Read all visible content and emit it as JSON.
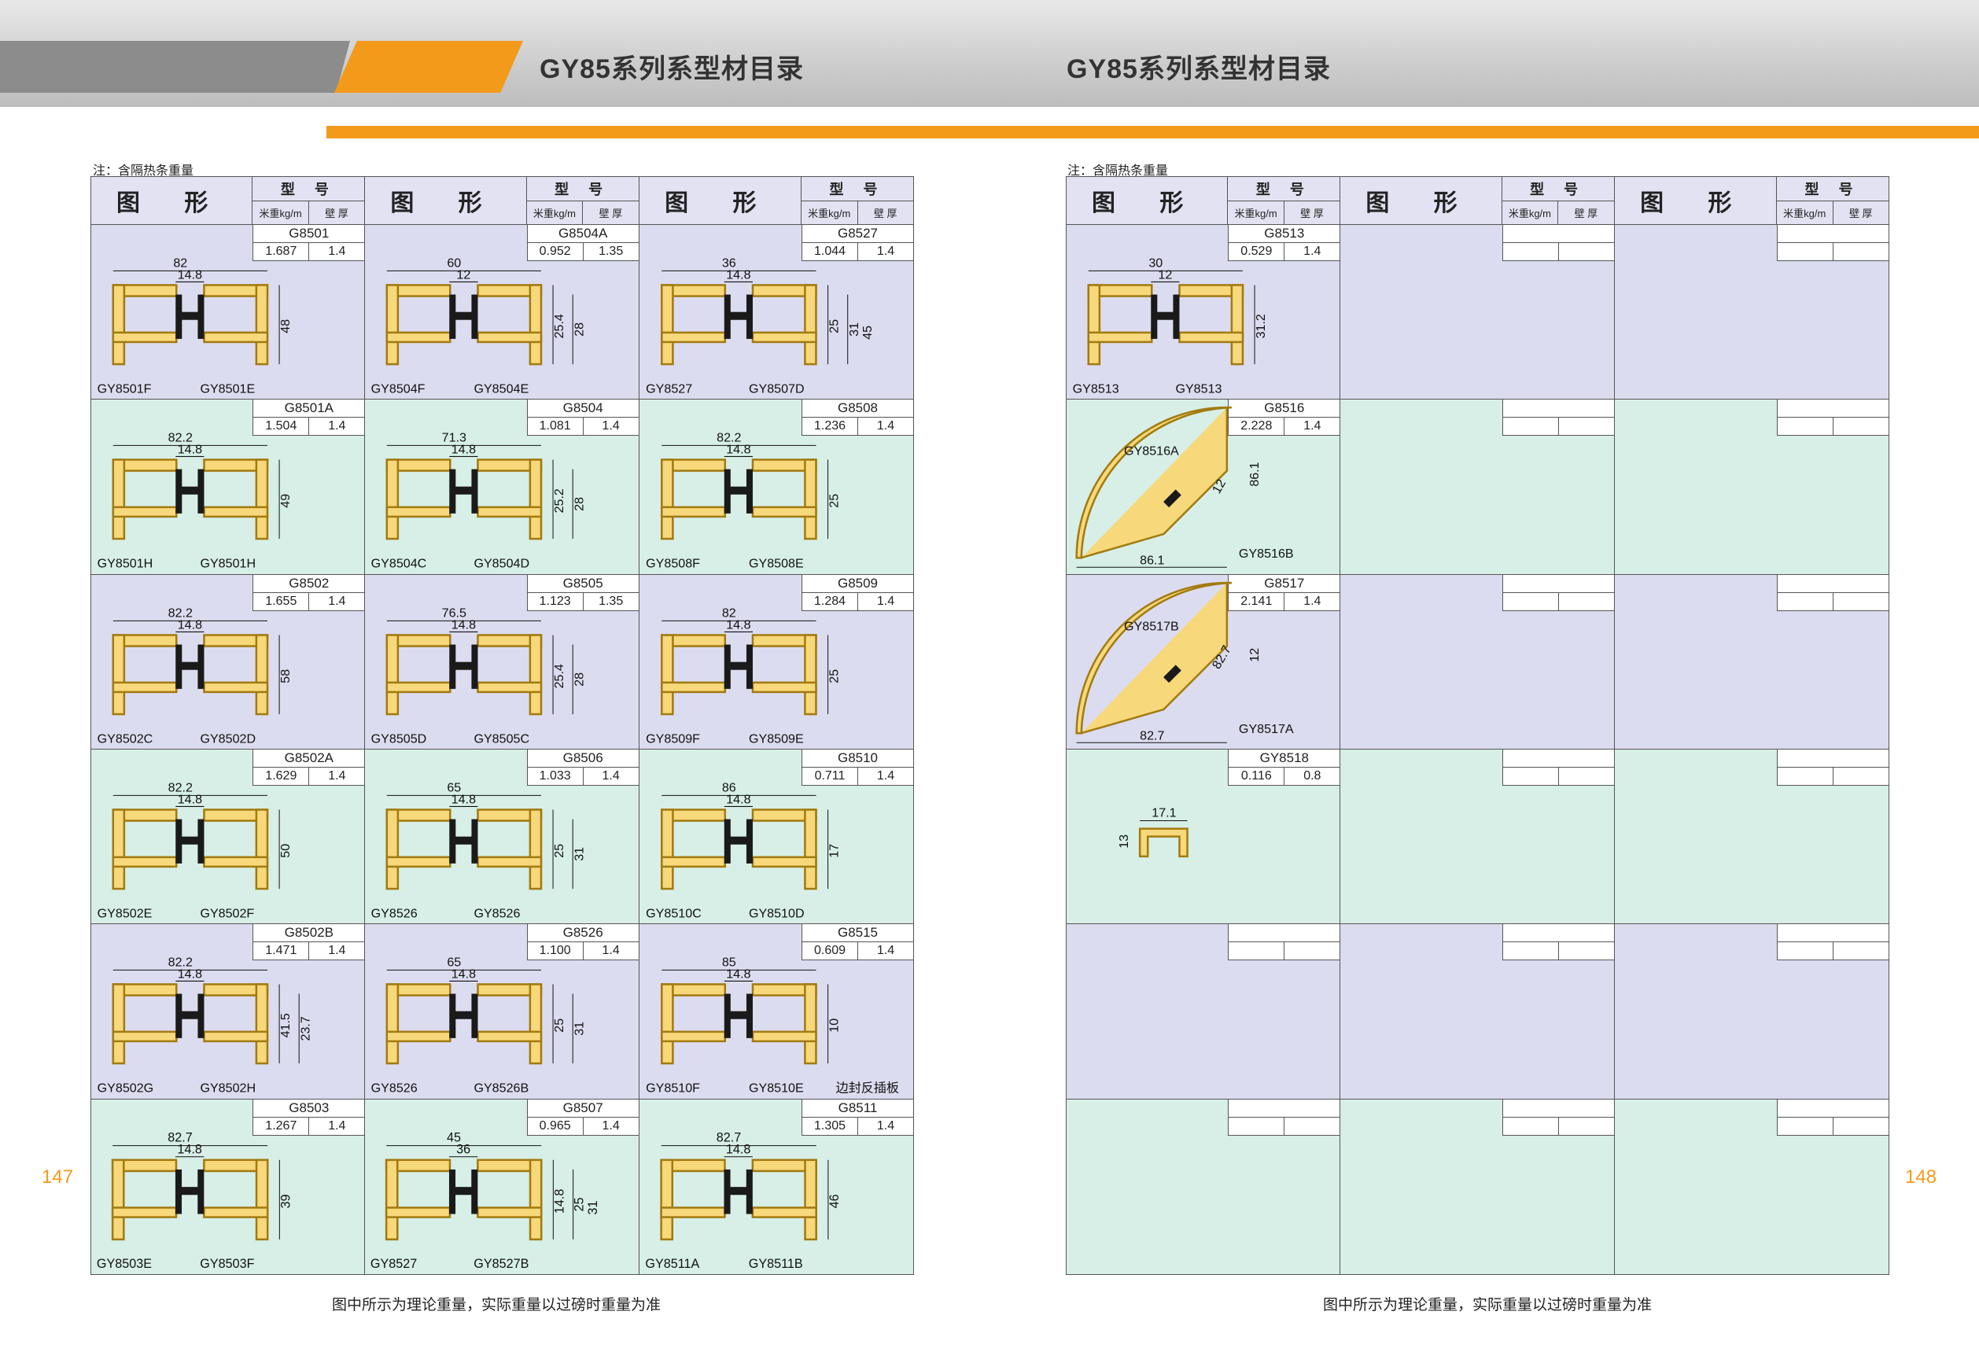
{
  "header": {
    "title_left": "GY85系列系型材目录",
    "title_right": "GY85系列系型材目录"
  },
  "note": "注：含隔热条重量",
  "footer": "图中所示为理论重量，实际重量以过磅时重量为准",
  "pages": {
    "left": "147",
    "right": "148"
  },
  "table_head": {
    "figure": "图 形",
    "model": "型 号",
    "weight": "米重kg/m",
    "thickness": "壁 厚"
  },
  "left_cells": [
    {
      "code": "G8501",
      "weight": "1.687",
      "thk": "1.4",
      "parts": [
        "GY8501F",
        "GY8501E"
      ],
      "dims": [
        "82",
        "14.8",
        "48"
      ]
    },
    {
      "code": "G8504A",
      "weight": "0.952",
      "thk": "1.35",
      "parts": [
        "GY8504F",
        "GY8504E"
      ],
      "dims": [
        "60",
        "12",
        "25.4",
        "28"
      ]
    },
    {
      "code": "G8527",
      "weight": "1.044",
      "thk": "1.4",
      "parts": [
        "GY8527",
        "GY8507D"
      ],
      "dims": [
        "36",
        "14.8",
        "25",
        "31",
        "45"
      ]
    },
    {
      "code": "G8501A",
      "weight": "1.504",
      "thk": "1.4",
      "parts": [
        "GY8501H",
        "GY8501H"
      ],
      "dims": [
        "82.2",
        "14.8",
        "49"
      ]
    },
    {
      "code": "G8504",
      "weight": "1.081",
      "thk": "1.4",
      "parts": [
        "GY8504C",
        "GY8504D"
      ],
      "dims": [
        "71.3",
        "14.8",
        "25.2",
        "28"
      ]
    },
    {
      "code": "G8508",
      "weight": "1.236",
      "thk": "1.4",
      "parts": [
        "GY8508F",
        "GY8508E"
      ],
      "dims": [
        "82.2",
        "14.8",
        "25"
      ]
    },
    {
      "code": "G8502",
      "weight": "1.655",
      "thk": "1.4",
      "parts": [
        "GY8502C",
        "GY8502D"
      ],
      "dims": [
        "82.2",
        "14.8",
        "58"
      ]
    },
    {
      "code": "G8505",
      "weight": "1.123",
      "thk": "1.35",
      "parts": [
        "GY8505D",
        "GY8505C"
      ],
      "dims": [
        "76.5",
        "14.8",
        "25.4",
        "28"
      ]
    },
    {
      "code": "G8509",
      "weight": "1.284",
      "thk": "1.4",
      "parts": [
        "GY8509F",
        "GY8509E"
      ],
      "dims": [
        "82",
        "14.8",
        "25"
      ]
    },
    {
      "code": "G8502A",
      "weight": "1.629",
      "thk": "1.4",
      "parts": [
        "GY8502E",
        "GY8502F"
      ],
      "dims": [
        "82.2",
        "14.8",
        "50"
      ]
    },
    {
      "code": "G8506",
      "weight": "1.033",
      "thk": "1.4",
      "parts": [
        "GY8526",
        "GY8526"
      ],
      "dims": [
        "65",
        "14.8",
        "25",
        "31"
      ]
    },
    {
      "code": "G8510",
      "weight": "0.711",
      "thk": "1.4",
      "parts": [
        "GY8510C",
        "GY8510D"
      ],
      "dims": [
        "86",
        "14.8",
        "17"
      ]
    },
    {
      "code": "G8502B",
      "weight": "1.471",
      "thk": "1.4",
      "parts": [
        "GY8502G",
        "GY8502H"
      ],
      "dims": [
        "82.2",
        "14.8",
        "41.5",
        "23.7"
      ]
    },
    {
      "code": "G8526",
      "weight": "1.100",
      "thk": "1.4",
      "parts": [
        "GY8526",
        "GY8526B"
      ],
      "dims": [
        "65",
        "14.8",
        "25",
        "31"
      ]
    },
    {
      "code": "G8515",
      "weight": "0.609",
      "thk": "1.4",
      "parts": [
        "GY8510F",
        "GY8510E"
      ],
      "dims": [
        "85",
        "14.8",
        "10"
      ],
      "extra": "边封反插板"
    },
    {
      "code": "G8503",
      "weight": "1.267",
      "thk": "1.4",
      "parts": [
        "GY8503E",
        "GY8503F"
      ],
      "dims": [
        "82.7",
        "14.8",
        "39"
      ]
    },
    {
      "code": "G8507",
      "weight": "0.965",
      "thk": "1.4",
      "parts": [
        "GY8527",
        "GY8527B"
      ],
      "dims": [
        "45",
        "36",
        "14.8",
        "25",
        "31"
      ]
    },
    {
      "code": "G8511",
      "weight": "1.305",
      "thk": "1.4",
      "parts": [
        "GY8511A",
        "GY8511B"
      ],
      "dims": [
        "82.7",
        "14.8",
        "46"
      ]
    }
  ],
  "right_cells": [
    {
      "code": "G8513",
      "weight": "0.529",
      "thk": "1.4",
      "parts": [
        "GY8513",
        "GY8513"
      ],
      "dims": [
        "30",
        "12",
        "31.2"
      ]
    },
    {
      "code": "",
      "weight": "",
      "thk": ""
    },
    {
      "code": "",
      "weight": "",
      "thk": ""
    },
    {
      "code": "G8516",
      "weight": "2.228",
      "thk": "1.4",
      "parts": [
        "GY8516A",
        "GY8516B"
      ],
      "dims": [
        "12",
        "86.1",
        "86.1"
      ]
    },
    {
      "code": "",
      "weight": "",
      "thk": ""
    },
    {
      "code": "",
      "weight": "",
      "thk": ""
    },
    {
      "code": "G8517",
      "weight": "2.141",
      "thk": "1.4",
      "parts": [
        "GY8517B",
        "GY8517A"
      ],
      "dims": [
        "82.7",
        "12",
        "82.7"
      ]
    },
    {
      "code": "",
      "weight": "",
      "thk": ""
    },
    {
      "code": "",
      "weight": "",
      "thk": ""
    },
    {
      "code": "GY8518",
      "weight": "0.116",
      "thk": "0.8",
      "dims": [
        "17.1",
        "13"
      ]
    },
    {
      "code": "",
      "weight": "",
      "thk": ""
    },
    {
      "code": "",
      "weight": "",
      "thk": ""
    },
    {
      "code": "",
      "weight": "",
      "thk": ""
    },
    {
      "code": "",
      "weight": "",
      "thk": ""
    },
    {
      "code": "",
      "weight": "",
      "thk": ""
    },
    {
      "code": "",
      "weight": "",
      "thk": ""
    },
    {
      "code": "",
      "weight": "",
      "thk": ""
    },
    {
      "code": "",
      "weight": "",
      "thk": ""
    }
  ]
}
